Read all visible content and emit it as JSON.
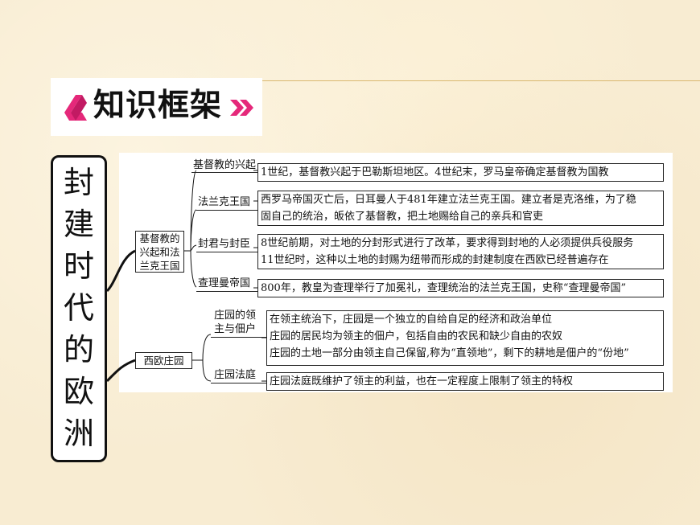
{
  "header": {
    "title": "知识框架"
  },
  "main_title": [
    "封",
    "建",
    "时",
    "代",
    "的",
    "欧",
    "洲"
  ],
  "branches": [
    {
      "label_lines": [
        "基督教的",
        "兴起和法",
        "兰克王国"
      ],
      "topics": [
        {
          "label": "基督教的兴起",
          "items": [
            "1世纪，基督教兴起于巴勒斯坦地区。4世纪末，罗马皇帝确定基督教为国教"
          ]
        },
        {
          "label": "法兰克王国",
          "items": [
            "西罗马帝国灭亡后，日耳曼人于481年建立法兰克王国。建立者是克洛维，为了稳",
            "固自己的统治，皈依了基督教，把土地赐给自己的亲兵和官吏"
          ]
        },
        {
          "label": "封君与封臣",
          "items": [
            "8世纪前期，对土地的分封形式进行了改革，要求得到封地的人必须提供兵役服务",
            "11世纪时，这种以土地的封赐为纽带而形成的封建制度在西欧已经普遍存在"
          ]
        },
        {
          "label": "查理曼帝国",
          "items": [
            "800年，教皇为查理举行了加冕礼，查理统治的法兰克王国，史称“查理曼帝国”"
          ]
        }
      ]
    },
    {
      "label_lines": [
        "西欧庄园"
      ],
      "topics": [
        {
          "label_lines": [
            "庄园的领",
            "主与佃户"
          ],
          "items": [
            "在领主统治下，庄园是一个独立的自给自足的经济和政治单位",
            "庄园的居民均为领主的佃户，包括自由的农民和缺少自由的农奴",
            "庄园的土地一部分由领主自己保留,称为“直领地”，剩下的耕地是佃户的“份地”"
          ]
        },
        {
          "label": "庄园法庭",
          "items": [
            "庄园法庭既维护了领主的利益，也在一定程度上限制了领主的特权"
          ]
        }
      ]
    }
  ],
  "colors": {
    "accent": "#e5287a",
    "background": "#f8ecd2"
  }
}
